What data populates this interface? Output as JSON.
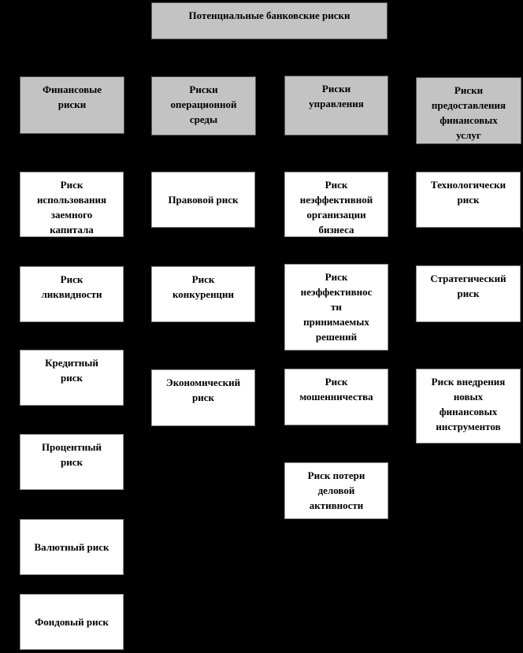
{
  "title": "Потенциальные банковские риски",
  "columns": [
    {
      "header": "Финансовые\nриски",
      "items": [
        "Риск\nиспользования\nзаемного\nкапитала",
        "Риск\nликвидности",
        "Кредитный\nриск",
        "Процентный\nриск",
        "Валютный риск",
        "Фондовый риск"
      ]
    },
    {
      "header": "Риски\nоперационной\nсреды",
      "items": [
        "Правовой риск",
        "Риск\nконкуренции",
        "Экономический\nриск"
      ]
    },
    {
      "header": "Риски\nуправления",
      "items": [
        "Риск\nнеэффективной\nорганизации\nбизнеса",
        "Риск\nнеэффективнос\nти\nпринимаемых\nрешений",
        "Риск\nмошенничества",
        "Риск потери\nделовой\nактивности"
      ]
    },
    {
      "header": "Риски\nпредоставления\nфинансовых\nуслуг",
      "items": [
        "Технологически\nриск",
        "Стратегический\nриск",
        "Риск внедрения\nновых\nфинансовых\nинструментов"
      ]
    }
  ],
  "colors": {
    "background": "#000000",
    "header_fill": "#c3c3c3",
    "header_border": "#595959",
    "item_fill": "#ffffff",
    "item_border": "#8f8f8f",
    "text": "#000000"
  }
}
